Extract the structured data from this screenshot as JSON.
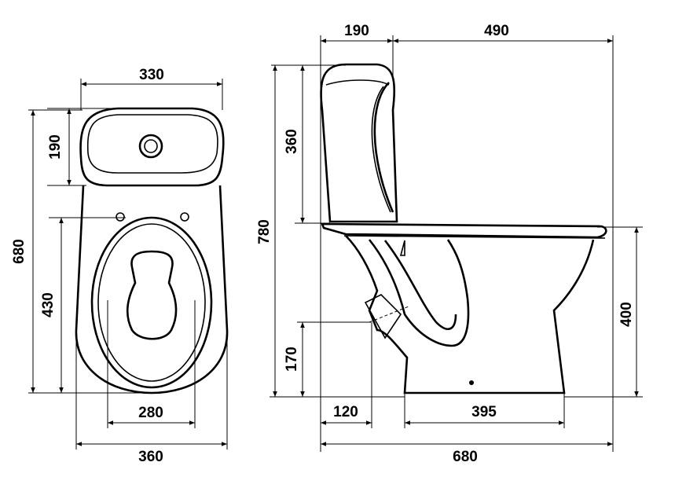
{
  "drawing": {
    "subject": "toilet",
    "top_view": {
      "tank_width": "330",
      "tank_depth": "190",
      "total_length": "680",
      "hole_to_front": "430",
      "seat_width": "280",
      "bowl_width": "360"
    },
    "side_view": {
      "tank_depth": "190",
      "bowl_projection": "490",
      "tank_height": "360",
      "total_height": "780",
      "rim_height": "400",
      "outlet_height": "170",
      "outlet_offset": "120",
      "base_length": "395",
      "total_length": "680"
    },
    "line_color": "#000000",
    "background_color": "#ffffff"
  }
}
